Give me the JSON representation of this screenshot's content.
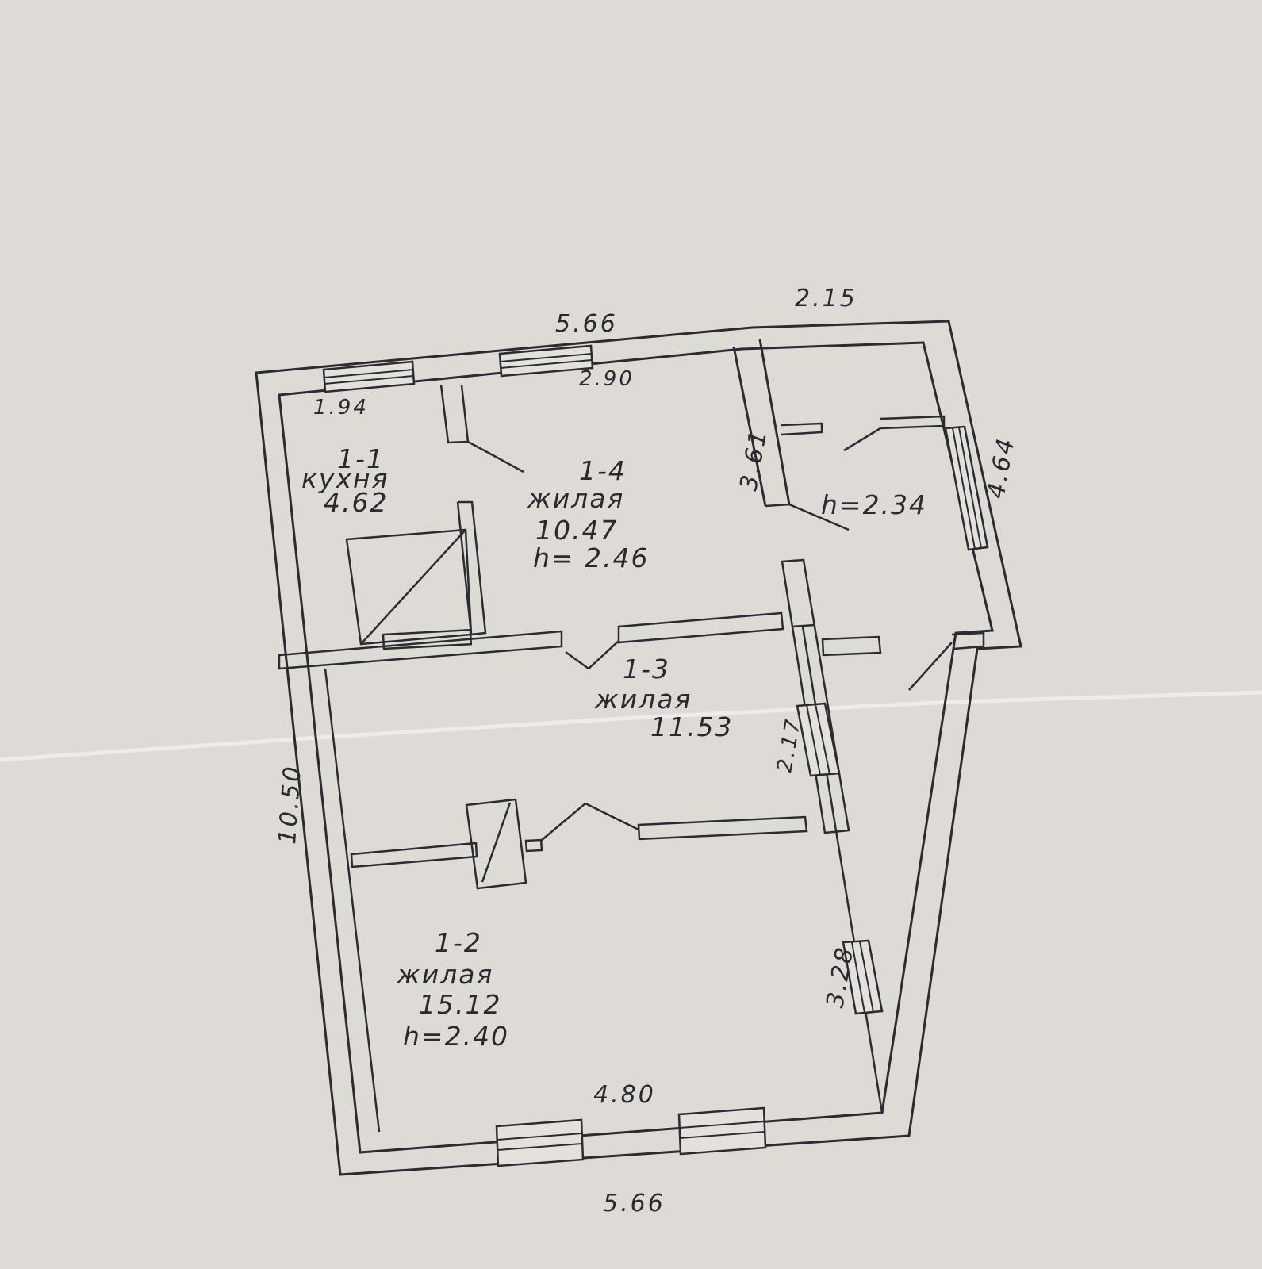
{
  "rooms": [
    {
      "id": "1-1",
      "name": "кухня",
      "area": "4.62"
    },
    {
      "id": "1-4",
      "name": "жилая",
      "area": "10.47",
      "height": "h= 2.46"
    },
    {
      "id": "1-3",
      "name": "жилая",
      "area": "11.53"
    },
    {
      "id": "1-2",
      "name": "жилая",
      "area": "15.12",
      "height": "h=2.40"
    }
  ],
  "annex": {
    "height": "h=2.34"
  },
  "dimensions": {
    "top_overall": "5.66",
    "top_annex": "2.15",
    "kitchen_width": "1.94",
    "room14_width": "2.90",
    "left_length": "10.50",
    "annex_inner": "3.61",
    "annex_right": "4.64",
    "room13_side": "2.17",
    "room12_side": "3.28",
    "room12_width": "4.80",
    "bottom_overall": "5.66"
  },
  "colors": {
    "paper": "#dedbd6",
    "ink": "#2b2b30"
  }
}
